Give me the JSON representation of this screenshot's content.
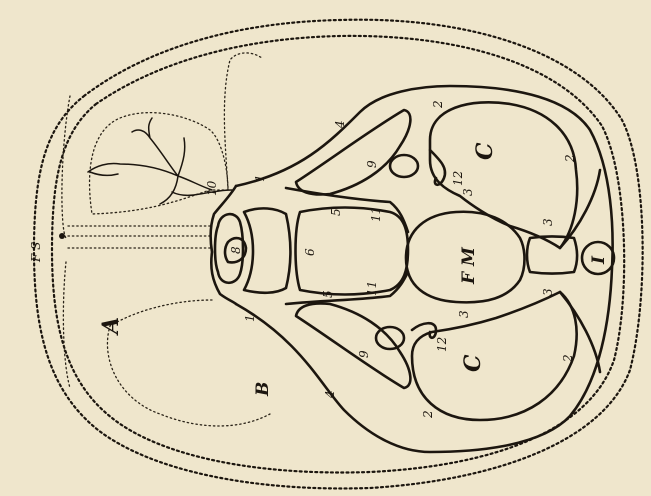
{
  "figure": {
    "region_labels": {
      "A": "A",
      "B": "B",
      "C_upper": "C",
      "C_lower": "C",
      "FS": "F S",
      "FM": "F M",
      "I": "I"
    },
    "number_labels": {
      "n1_upper": "1",
      "n1_lower": "1",
      "n2_a": "2",
      "n2_b": "2",
      "n2_c": "2",
      "n2_d": "2",
      "n3_a": "3",
      "n3_b": "3",
      "n3_c": "3",
      "n3_d": "3",
      "n4_upper": "4",
      "n4_lower": "4",
      "n5_upper": "5",
      "n5_lower": "5",
      "n6": "6",
      "n8": "8",
      "n9_upper": "9",
      "n9_lower": "9",
      "n10": "10",
      "n11_upper": "11",
      "n11_lower": "11",
      "n12_upper": "12",
      "n12_lower": "12"
    }
  },
  "colors": {
    "paper": "#efe6cc",
    "ink": "#1c160f"
  }
}
